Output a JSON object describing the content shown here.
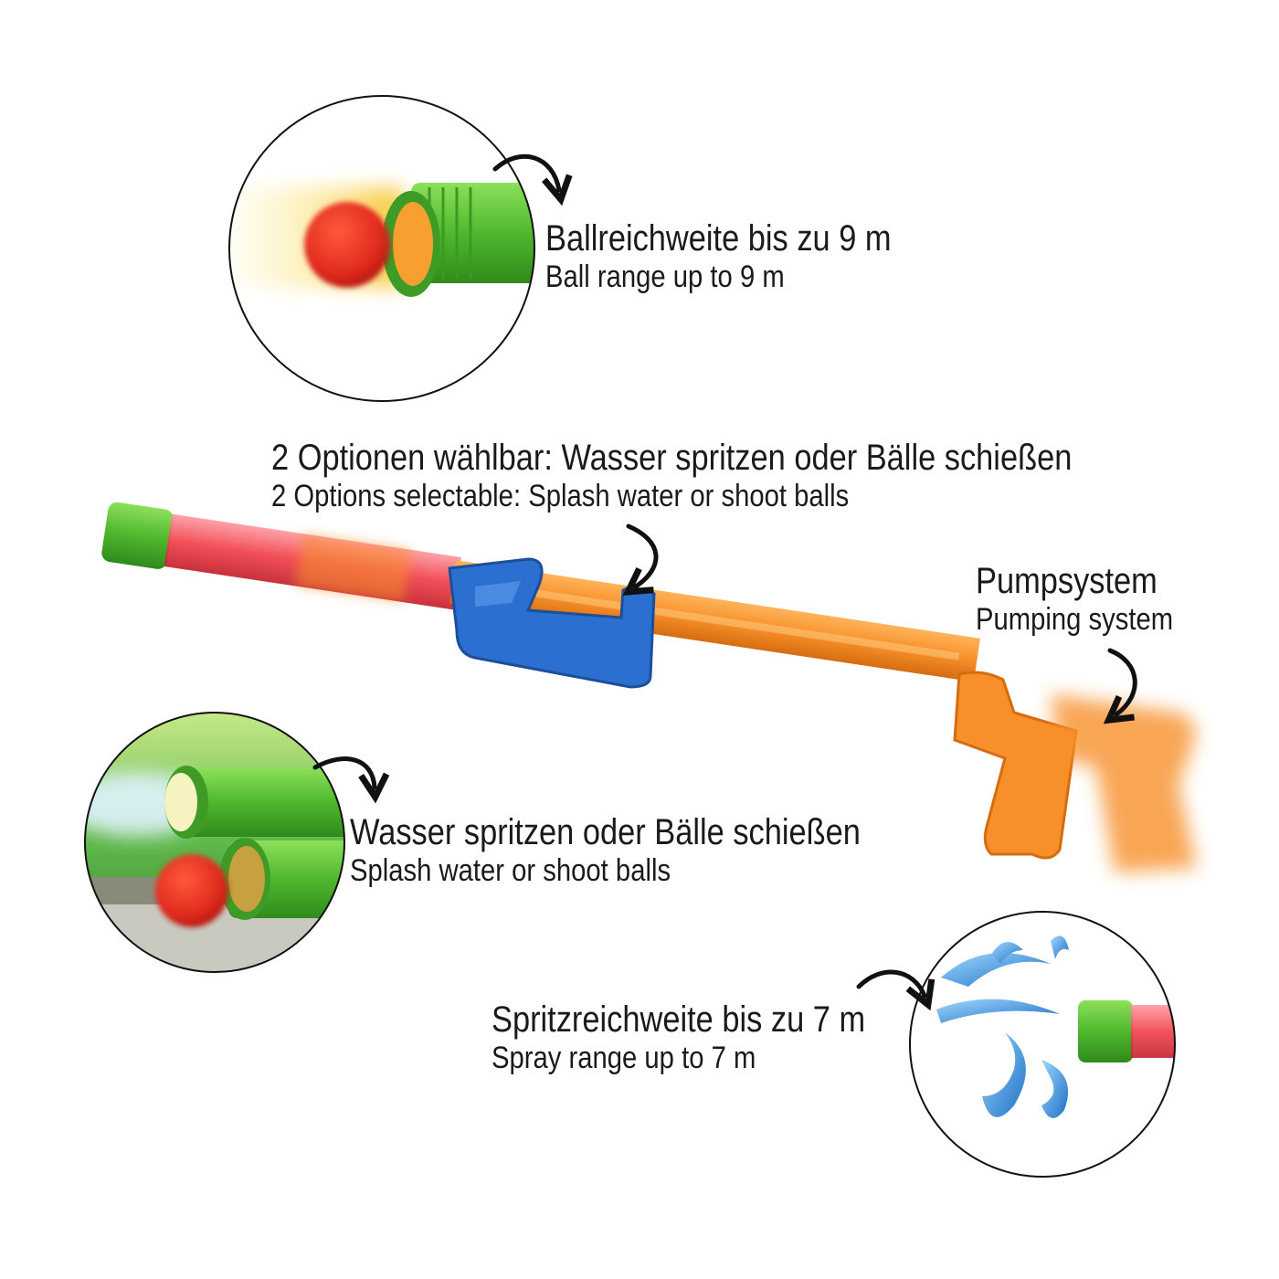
{
  "callouts": {
    "ball_range": {
      "de": "Ballreichweite bis zu 9 m",
      "en": "Ball range up to 9 m"
    },
    "options": {
      "de": "2 Optionen wählbar: Wasser spritzen oder Bälle schießen",
      "en": "2 Options selectable: Splash water or shoot balls"
    },
    "pump": {
      "de": "Pumpsystem",
      "en": "Pumping system"
    },
    "modes": {
      "de": "Wasser spritzen oder Bälle schießen",
      "en": "Splash water or shoot balls"
    },
    "spray_range": {
      "de": "Spritzreichweite bis zu 7 m",
      "en": "Spray range up to 7 m"
    }
  },
  "colors": {
    "tube_green": "#5fc43a",
    "tube_red": "#f0404a",
    "barrel_orange": "#f7902a",
    "handle_blue": "#2b6fd0",
    "ball_red": "#e02a1e",
    "water_blue": "#2f8fd8"
  }
}
